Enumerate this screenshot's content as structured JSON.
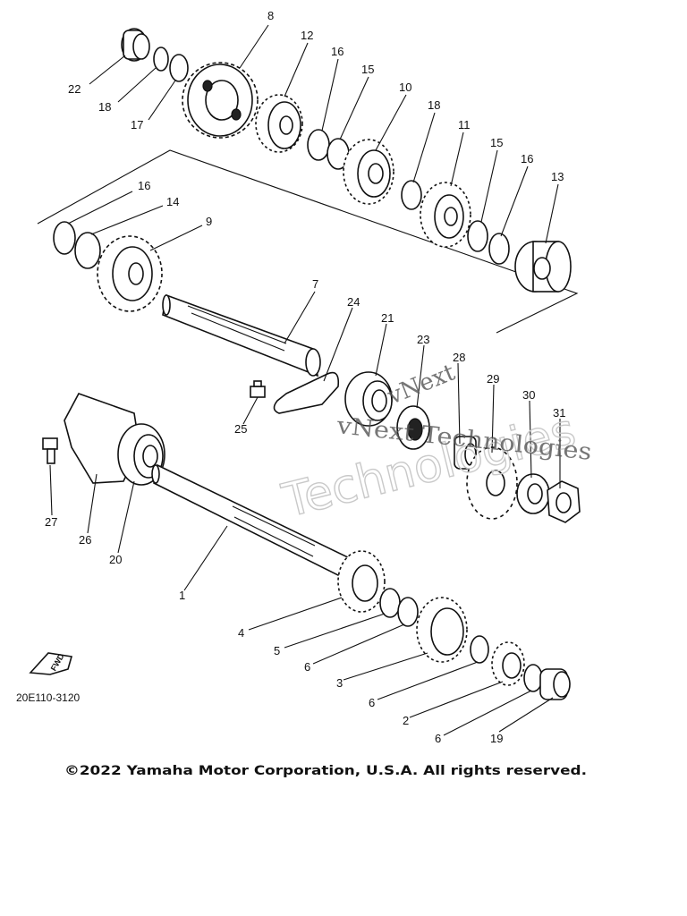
{
  "labels": [
    {
      "id": "8",
      "text": "8"
    },
    {
      "id": "12",
      "text": "12"
    },
    {
      "id": "16a",
      "text": "16"
    },
    {
      "id": "15a",
      "text": "15"
    },
    {
      "id": "10",
      "text": "10"
    },
    {
      "id": "18b",
      "text": "18"
    },
    {
      "id": "11",
      "text": "11"
    },
    {
      "id": "15b",
      "text": "15"
    },
    {
      "id": "16b",
      "text": "16"
    },
    {
      "id": "13",
      "text": "13"
    },
    {
      "id": "22",
      "text": "22"
    },
    {
      "id": "18a",
      "text": "18"
    },
    {
      "id": "17",
      "text": "17"
    },
    {
      "id": "16c",
      "text": "16"
    },
    {
      "id": "14",
      "text": "14"
    },
    {
      "id": "9",
      "text": "9"
    },
    {
      "id": "7",
      "text": "7"
    },
    {
      "id": "24",
      "text": "24"
    },
    {
      "id": "21",
      "text": "21"
    },
    {
      "id": "23",
      "text": "23"
    },
    {
      "id": "28",
      "text": "28"
    },
    {
      "id": "29",
      "text": "29"
    },
    {
      "id": "30",
      "text": "30"
    },
    {
      "id": "31",
      "text": "31"
    },
    {
      "id": "25",
      "text": "25"
    },
    {
      "id": "27",
      "text": "27"
    },
    {
      "id": "26",
      "text": "26"
    },
    {
      "id": "20",
      "text": "20"
    },
    {
      "id": "1",
      "text": "1"
    },
    {
      "id": "4",
      "text": "4"
    },
    {
      "id": "5",
      "text": "5"
    },
    {
      "id": "6a",
      "text": "6"
    },
    {
      "id": "3",
      "text": "3"
    },
    {
      "id": "6b",
      "text": "6"
    },
    {
      "id": "2",
      "text": "2"
    },
    {
      "id": "6c",
      "text": "6"
    },
    {
      "id": "19",
      "text": "19"
    }
  ],
  "fwd_label": "FWD",
  "diagram_code": "20E110-3120",
  "copyright": "©2022 Yamaha Motor Corporation, U.S.A. All rights reserved.",
  "watermarks": {
    "main": "Technologies",
    "overlay_1": "vNext",
    "overlay_2": "vNext Technologies"
  }
}
